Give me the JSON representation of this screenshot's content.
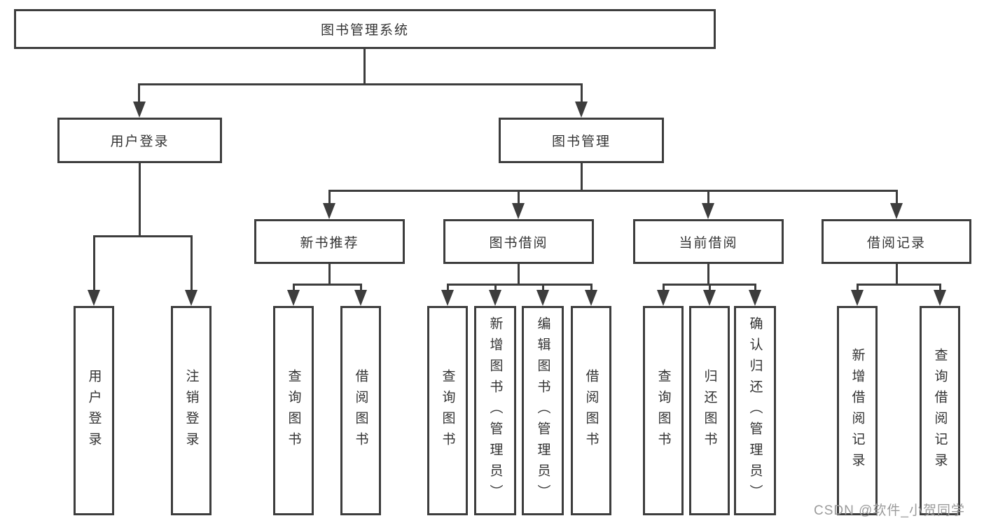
{
  "diagram": {
    "type": "hierarchy-tree",
    "label": "图书管理系统",
    "children": [
      {
        "label": "用户登录",
        "children": [
          {
            "label": "用户登录"
          },
          {
            "label": "注销登录"
          }
        ]
      },
      {
        "label": "图书管理",
        "children": [
          {
            "label": "新书推荐",
            "children": [
              {
                "label": "查询图书"
              },
              {
                "label": "借阅图书"
              }
            ]
          },
          {
            "label": "图书借阅",
            "children": [
              {
                "label": "查询图书"
              },
              {
                "label": "新增图书（管理员）"
              },
              {
                "label": "编辑图书（管理员）"
              },
              {
                "label": "借阅图书"
              }
            ]
          },
          {
            "label": "当前借阅",
            "children": [
              {
                "label": "查询图书"
              },
              {
                "label": "归还图书"
              },
              {
                "label": "确认归还（管理员）"
              }
            ]
          },
          {
            "label": "借阅记录",
            "children": [
              {
                "label": "新增借阅记录"
              },
              {
                "label": "查询借阅记录"
              }
            ]
          }
        ]
      }
    ]
  },
  "watermark": {
    "text": "CSDN @软件_小贺同学"
  },
  "colors": {
    "line": "#3d3d3d",
    "text": "#333333",
    "watermark": "#9b9b9b",
    "background": "#ffffff"
  }
}
